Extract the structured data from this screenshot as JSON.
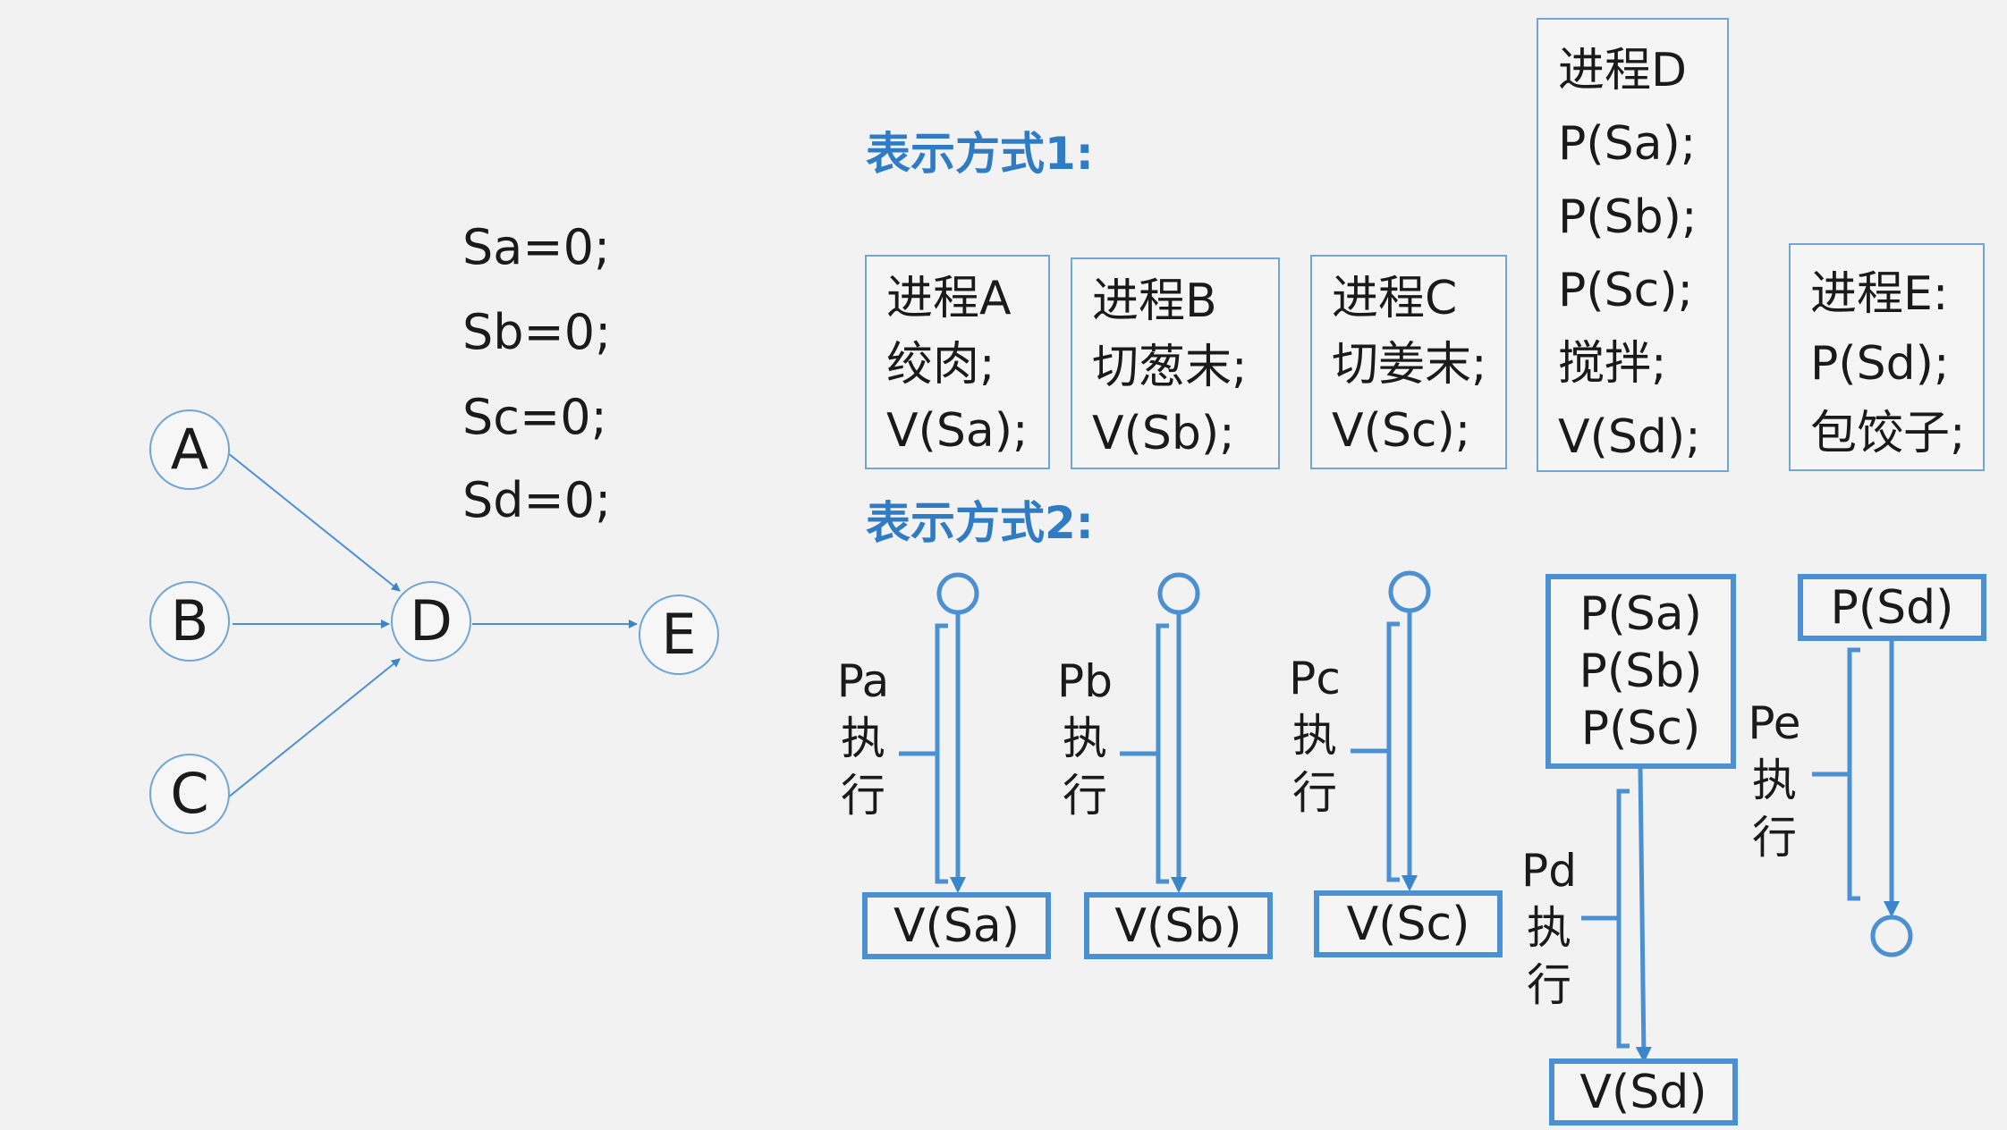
{
  "graph": {
    "nodes": {
      "a": "A",
      "b": "B",
      "c": "C",
      "d": "D",
      "e": "E"
    }
  },
  "semaphores": [
    "Sa=0;",
    "Sb=0;",
    "Sc=0;",
    "Sd=0;"
  ],
  "method1": {
    "heading": "表示方式1:",
    "boxes": [
      {
        "lines": [
          "进程A",
          "绞肉;",
          "V(Sa);"
        ]
      },
      {
        "lines": [
          "进程B",
          "切葱末;",
          "V(Sb);"
        ]
      },
      {
        "lines": [
          "进程C",
          "切姜末;",
          "V(Sc);"
        ]
      },
      {
        "lines": [
          "进程D",
          "P(Sa);",
          "P(Sb);",
          "P(Sc);",
          "搅拌;",
          "V(Sd);"
        ]
      },
      {
        "lines": [
          "进程E:",
          "P(Sd);",
          "包饺子;"
        ]
      }
    ]
  },
  "method2": {
    "heading": "表示方式2:",
    "pa": {
      "label": [
        "Pa",
        "执",
        "行"
      ],
      "end": "V(Sa)"
    },
    "pb": {
      "label": [
        "Pb",
        "执",
        "行"
      ],
      "end": "V(Sb)"
    },
    "pc": {
      "label": [
        "Pc",
        "执",
        "行"
      ],
      "end": "V(Sc)"
    },
    "pd": {
      "start": [
        "P(Sa)",
        "P(Sb)",
        "P(Sc)"
      ],
      "label": [
        "Pd",
        "执",
        "行"
      ],
      "end": "V(Sd)"
    },
    "pe": {
      "start": "P(Sd)",
      "label": [
        "Pe",
        "执",
        "行"
      ]
    }
  },
  "colors": {
    "accent": "#2f7cc4",
    "line": "#4a90d2",
    "node_border": "#6fa6d6"
  }
}
